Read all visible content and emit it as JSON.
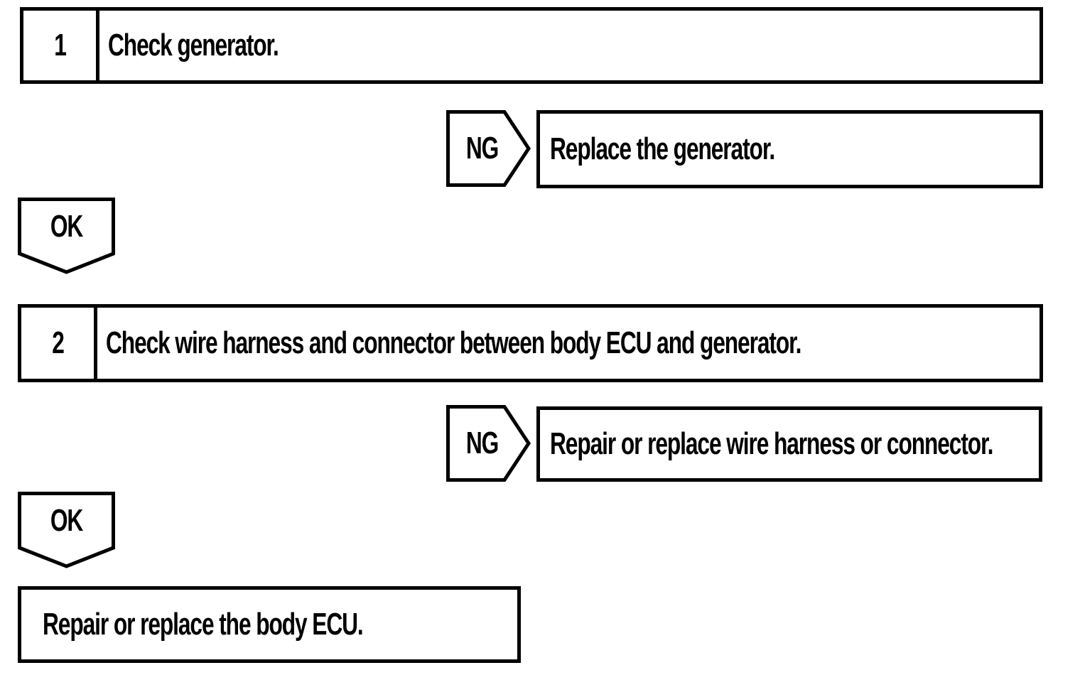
{
  "page": {
    "background_color": "#ffffff",
    "ink_color": "#000000"
  },
  "flowchart": {
    "steps": [
      {
        "number": "1",
        "instruction": "Check generator.",
        "ng_label": "NG",
        "ng_result": "Replace the generator.",
        "ok_label": "OK"
      },
      {
        "number": "2",
        "instruction": "Check wire harness and connector between body ECU and generator.",
        "ng_label": "NG",
        "ng_result": "Repair or replace wire harness or connector.",
        "ok_label": "OK"
      }
    ],
    "final_action": "Repair or replace the body ECU."
  }
}
